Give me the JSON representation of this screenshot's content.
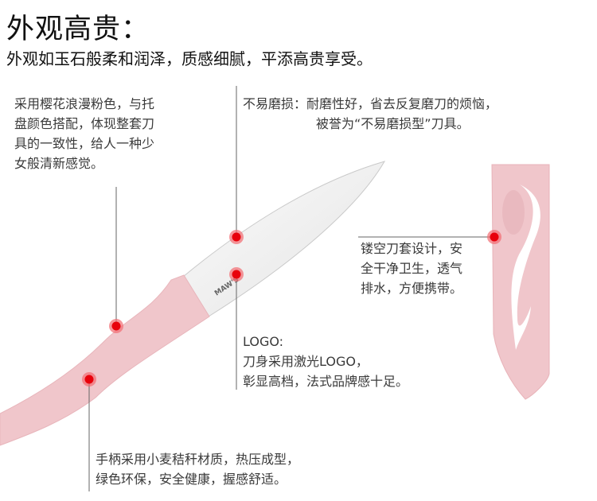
{
  "header": {
    "title": "外观高贵：",
    "subtitle": "外观如玉石般柔和润泽，质感细腻，平添高贵享受。"
  },
  "callouts": {
    "color": {
      "lines": [
        "采用樱花浪漫粉色，与托",
        "盘颜色搭配，体现整套刀",
        "具的一致性，给人一种少",
        "女般清新感觉。"
      ]
    },
    "wear": {
      "label": "不易磨损：",
      "lines": [
        "耐磨性好，省去反复磨刀的烦恼，",
        "被誉为“不易磨损型”刀具。"
      ]
    },
    "sheath": {
      "lines": [
        "镂空刀套设计，安",
        "全干净卫生，透气",
        "排水，方便携带。"
      ]
    },
    "logo": {
      "lines": [
        "LOGO:",
        "刀身采用激光LOGO，",
        "彰显高档，法式品牌感十足。"
      ]
    },
    "handle": {
      "lines": [
        "手柄采用小麦秸秆材质，热压成型，",
        "绿色环保，安全健康，握感舒适。"
      ]
    }
  },
  "colors": {
    "marker": "#e8000b",
    "pink": "#f1c7cc",
    "text": "#333333"
  }
}
